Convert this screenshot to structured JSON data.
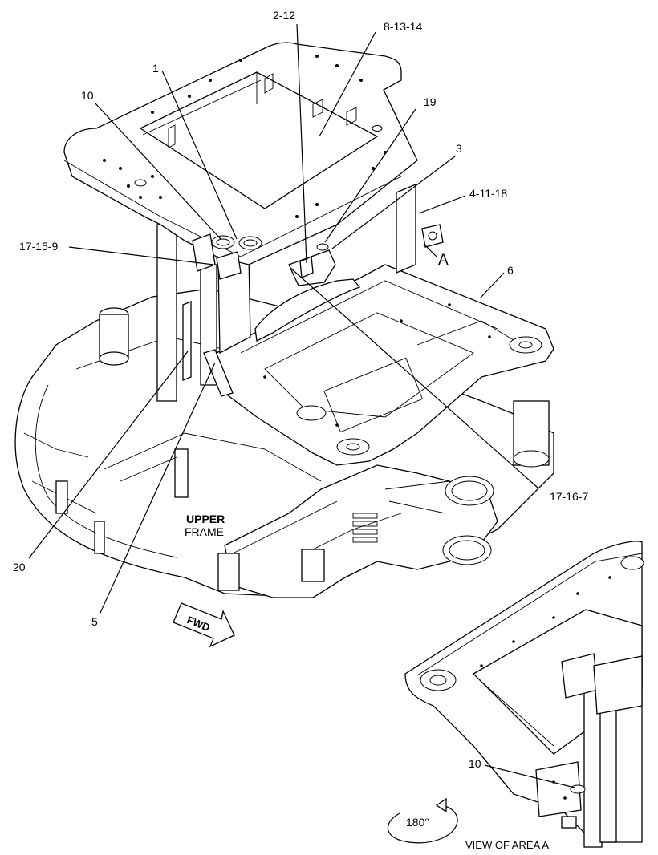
{
  "diagram": {
    "callouts": {
      "c_2_12": "2-12",
      "c_8_13_14": "8-13-14",
      "c_1": "1",
      "c_10_top": "10",
      "c_19": "19",
      "c_3": "3",
      "c_4_11_18": "4-11-18",
      "c_17_15_9": "17-15-9",
      "c_6": "6",
      "c_17_16_7": "17-16-7",
      "c_20": "20",
      "c_5": "5",
      "c_10_bottom": "10"
    },
    "area_marker": "A",
    "frame_label_line1": "UPPER",
    "frame_label_line2": "FRAME",
    "fwd_label": "FWD",
    "rotation_label": "180°",
    "view_caption": "VIEW OF AREA  A"
  }
}
